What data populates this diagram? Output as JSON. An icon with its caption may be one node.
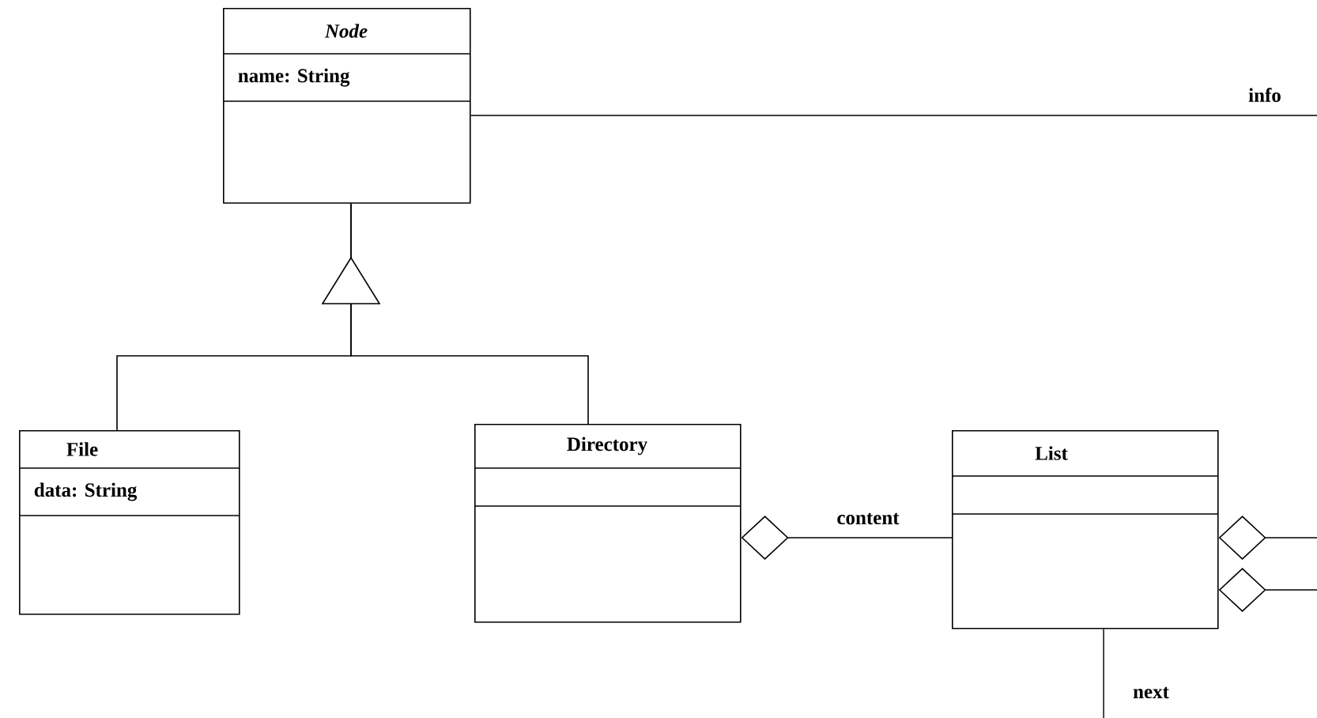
{
  "diagram": {
    "nodes": [
      {
        "text": [
          "Node",
          "name: String"
        ]
      },
      {
        "text": [
          "File",
          "data: String"
        ]
      },
      {
        "text": [
          "Directory"
        ]
      },
      {
        "text": [
          "List"
        ]
      }
    ],
    "edges": [
      {
        "from": 0,
        "to": null,
        "arrow": "none",
        "label": "info"
      },
      {
        "from": 1,
        "to": 0,
        "arrow": "to"
      },
      {
        "from": 2,
        "to": 0,
        "arrow": "to"
      },
      {
        "from": 2,
        "to": 3,
        "arrow": "other",
        "label": "content"
      },
      {
        "from": 3,
        "to": null,
        "arrow": "other"
      },
      {
        "from": 3,
        "to": null,
        "arrow": "other"
      },
      {
        "from": 3,
        "to": null,
        "arrow": "none",
        "label": "next"
      }
    ]
  }
}
